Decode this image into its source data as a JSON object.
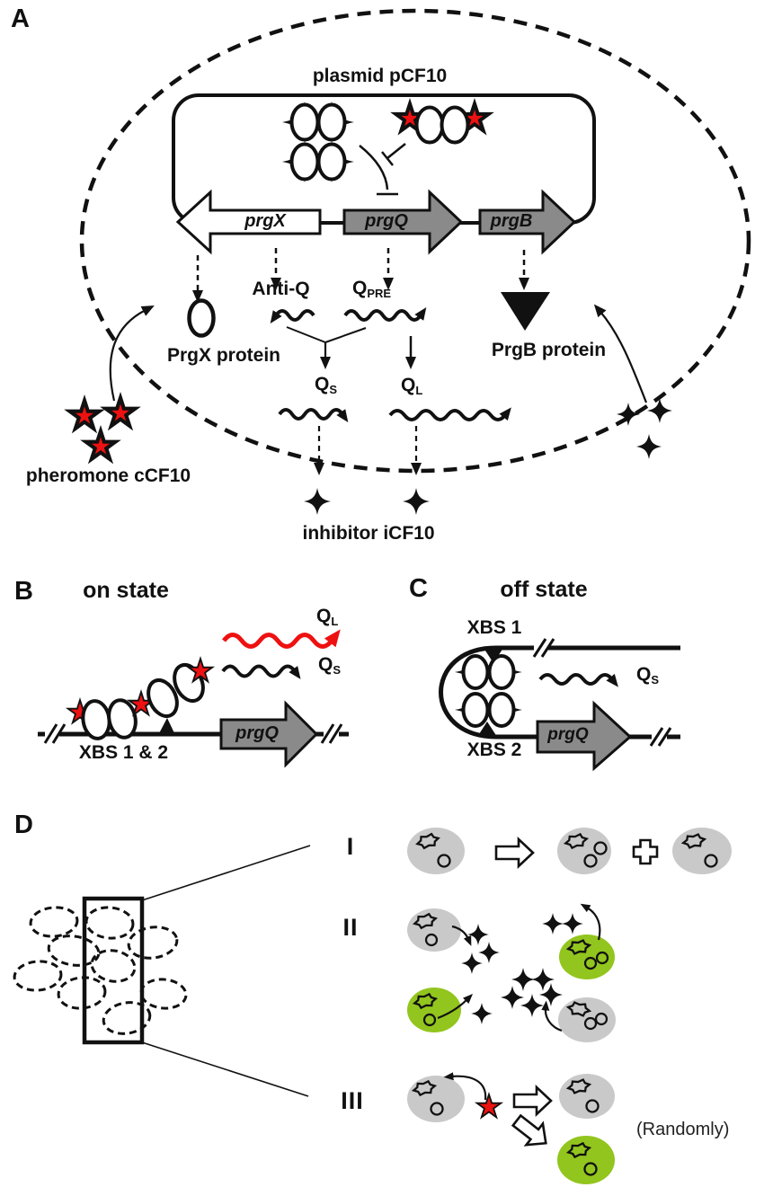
{
  "figure": {
    "type": "biology-pathway-diagram",
    "colors": {
      "red": "#ee1111",
      "green": "#92c51e",
      "gray_cell": "#c9c9c9",
      "gene_gray": "#8a8a8a",
      "ink": "#111111"
    }
  },
  "panel_a": {
    "label": "A",
    "plasmid_title": "plasmid pCF10",
    "gene_prgx": "prgX",
    "gene_prgq": "prgQ",
    "gene_prgb": "prgB",
    "anti_q": "Anti-Q",
    "q_pre": {
      "base": "Q",
      "sub": "PRE"
    },
    "q_s": {
      "base": "Q",
      "sub": "S"
    },
    "q_l": {
      "base": "Q",
      "sub": "L"
    },
    "prgx_protein": "PrgX protein",
    "prgb_protein": "PrgB protein",
    "pheromone": "pheromone cCF10",
    "inhibitor": "inhibitor iCF10"
  },
  "panel_b": {
    "label": "B",
    "title": "on state",
    "q_l": {
      "base": "Q",
      "sub": "L"
    },
    "q_s": {
      "base": "Q",
      "sub": "S"
    },
    "xbs": "XBS 1 & 2",
    "gene_prgq": "prgQ"
  },
  "panel_c": {
    "label": "C",
    "title": "off state",
    "xbs1": "XBS 1",
    "xbs2": "XBS 2",
    "q_s": {
      "base": "Q",
      "sub": "S"
    },
    "gene_prgq": "prgQ"
  },
  "panel_d": {
    "label": "D",
    "row1": "I",
    "row2": "II",
    "row3": "III",
    "randomly": "(Randomly)"
  }
}
